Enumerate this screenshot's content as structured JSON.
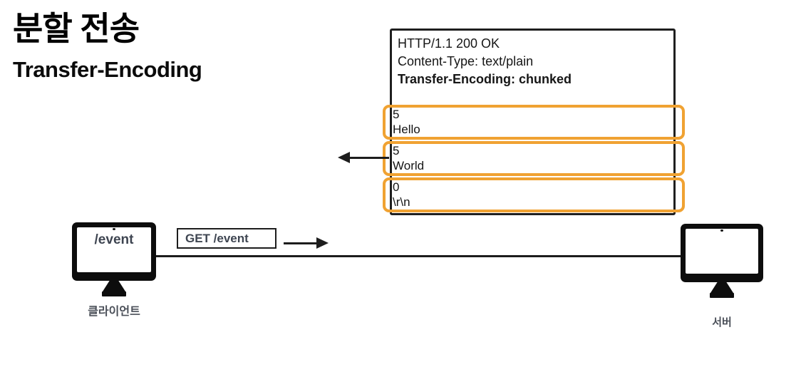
{
  "title": "분할 전송",
  "subtitle": "Transfer-Encoding",
  "response_box": {
    "header_lines": [
      "HTTP/1.1 200 OK",
      "Content-Type: text/plain",
      "Transfer-Encoding: chunked"
    ],
    "chunks": [
      {
        "size": "5",
        "payload": "Hello"
      },
      {
        "size": "5",
        "payload": "World"
      },
      {
        "size": "0",
        "payload": "\\r\\n"
      }
    ]
  },
  "request_label": "GET /event",
  "client": {
    "screen_text": "/event",
    "caption": "클라이언트"
  },
  "server": {
    "caption": "서버"
  },
  "colors": {
    "chunk_outline": "#F0A232",
    "sketch_ink": "#1d1d1d",
    "label_gray": "#434a54"
  }
}
